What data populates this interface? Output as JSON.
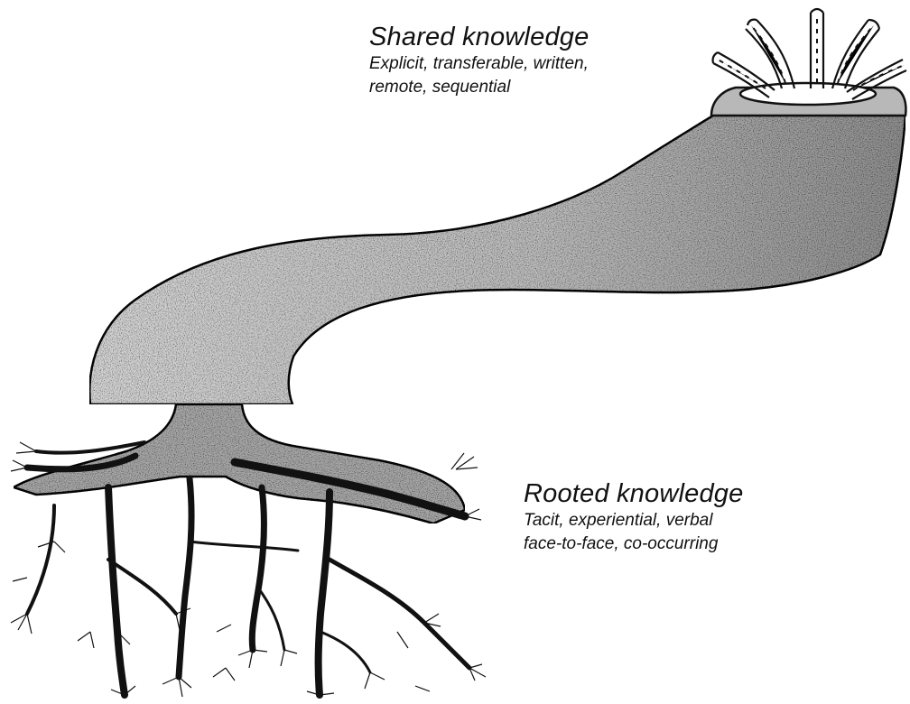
{
  "shared": {
    "title": "Shared knowledge",
    "line1": "Explicit, transferable, written,",
    "line2": "remote, sequential"
  },
  "rooted": {
    "title": "Rooted knowledge",
    "line1": "Tacit, experiential, verbal",
    "line2": "face-to-face, co-occurring"
  },
  "colors": {
    "ink": "#111111",
    "pipe_fill": "#c9c9c9",
    "pipe_dark": "#8a8a8a",
    "root_fill": "#1a1a1a"
  },
  "icons": {
    "fountain": "fountain-spout-icon",
    "pipe": "s-curve-pipe",
    "roots": "tree-roots-icon"
  }
}
